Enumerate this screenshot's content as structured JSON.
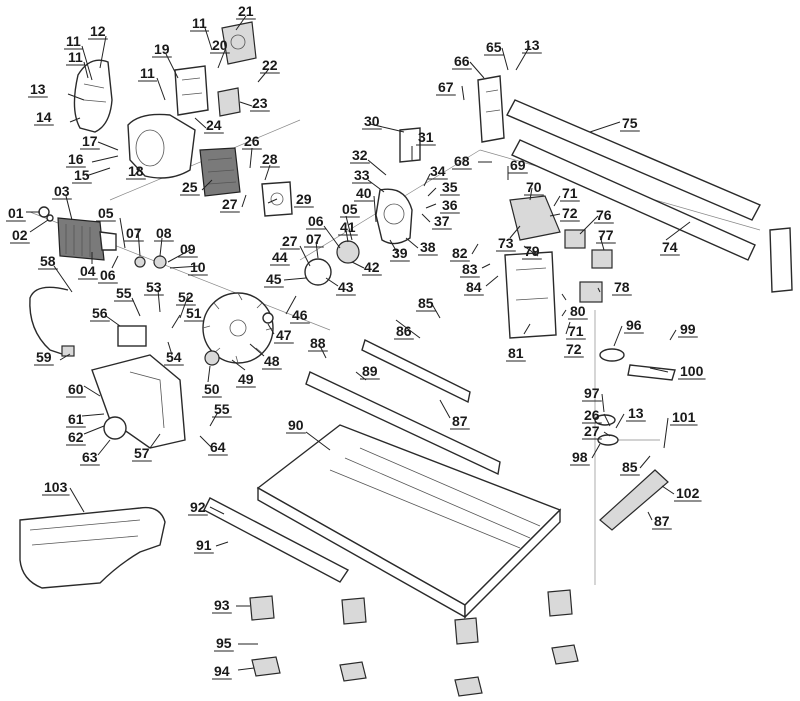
{
  "diagram": {
    "type": "exploded-parts-view",
    "callouts": [
      {
        "id": "c21",
        "label": "21"
      },
      {
        "id": "c11a",
        "label": "11"
      },
      {
        "id": "c20",
        "label": "20"
      },
      {
        "id": "c11b",
        "label": "11"
      },
      {
        "id": "c12",
        "label": "12"
      },
      {
        "id": "c19",
        "label": "19"
      },
      {
        "id": "c22",
        "label": "22"
      },
      {
        "id": "c11c",
        "label": "11"
      },
      {
        "id": "c11d",
        "label": "11"
      },
      {
        "id": "c13a",
        "label": "13"
      },
      {
        "id": "c23",
        "label": "23"
      },
      {
        "id": "c14",
        "label": "14"
      },
      {
        "id": "c24",
        "label": "24"
      },
      {
        "id": "c17",
        "label": "17"
      },
      {
        "id": "c16",
        "label": "16"
      },
      {
        "id": "c15",
        "label": "15"
      },
      {
        "id": "c18",
        "label": "18"
      },
      {
        "id": "c26a",
        "label": "26"
      },
      {
        "id": "c28",
        "label": "28"
      },
      {
        "id": "c25",
        "label": "25"
      },
      {
        "id": "c27a",
        "label": "27"
      },
      {
        "id": "c29",
        "label": "29"
      },
      {
        "id": "c01",
        "label": "01"
      },
      {
        "id": "c02",
        "label": "02"
      },
      {
        "id": "c03",
        "label": "03"
      },
      {
        "id": "c04",
        "label": "04"
      },
      {
        "id": "c05a",
        "label": "05"
      },
      {
        "id": "c06a",
        "label": "06"
      },
      {
        "id": "c07a",
        "label": "07"
      },
      {
        "id": "c08",
        "label": "08"
      },
      {
        "id": "c09",
        "label": "09"
      },
      {
        "id": "c10",
        "label": "10"
      },
      {
        "id": "c58",
        "label": "58"
      },
      {
        "id": "c55a",
        "label": "55"
      },
      {
        "id": "c53",
        "label": "53"
      },
      {
        "id": "c52",
        "label": "52"
      },
      {
        "id": "c56",
        "label": "56"
      },
      {
        "id": "c51",
        "label": "51"
      },
      {
        "id": "c59",
        "label": "59"
      },
      {
        "id": "c54",
        "label": "54"
      },
      {
        "id": "c50",
        "label": "50"
      },
      {
        "id": "c49",
        "label": "49"
      },
      {
        "id": "c60",
        "label": "60"
      },
      {
        "id": "c61",
        "label": "61"
      },
      {
        "id": "c62",
        "label": "62"
      },
      {
        "id": "c63",
        "label": "63"
      },
      {
        "id": "c57",
        "label": "57"
      },
      {
        "id": "c55b",
        "label": "55"
      },
      {
        "id": "c64",
        "label": "64"
      },
      {
        "id": "c30",
        "label": "30"
      },
      {
        "id": "c31",
        "label": "31"
      },
      {
        "id": "c32",
        "label": "32"
      },
      {
        "id": "c33",
        "label": "33"
      },
      {
        "id": "c40",
        "label": "40"
      },
      {
        "id": "c05b",
        "label": "05"
      },
      {
        "id": "c06b",
        "label": "06"
      },
      {
        "id": "c41",
        "label": "41"
      },
      {
        "id": "c07b",
        "label": "07"
      },
      {
        "id": "c27b",
        "label": "27"
      },
      {
        "id": "c44",
        "label": "44"
      },
      {
        "id": "c42",
        "label": "42"
      },
      {
        "id": "c39",
        "label": "39"
      },
      {
        "id": "c38",
        "label": "38"
      },
      {
        "id": "c45",
        "label": "45"
      },
      {
        "id": "c43",
        "label": "43"
      },
      {
        "id": "c46",
        "label": "46"
      },
      {
        "id": "c47",
        "label": "47"
      },
      {
        "id": "c48",
        "label": "48"
      },
      {
        "id": "c34",
        "label": "34"
      },
      {
        "id": "c35",
        "label": "35"
      },
      {
        "id": "c36",
        "label": "36"
      },
      {
        "id": "c37",
        "label": "37"
      },
      {
        "id": "c65",
        "label": "65"
      },
      {
        "id": "c13b",
        "label": "13"
      },
      {
        "id": "c66",
        "label": "66"
      },
      {
        "id": "c67",
        "label": "67"
      },
      {
        "id": "c75",
        "label": "75"
      },
      {
        "id": "c68",
        "label": "68"
      },
      {
        "id": "c69",
        "label": "69"
      },
      {
        "id": "c70",
        "label": "70"
      },
      {
        "id": "c71a",
        "label": "71"
      },
      {
        "id": "c72a",
        "label": "72"
      },
      {
        "id": "c76",
        "label": "76"
      },
      {
        "id": "c73",
        "label": "73"
      },
      {
        "id": "c77",
        "label": "77"
      },
      {
        "id": "c74",
        "label": "74"
      },
      {
        "id": "c82",
        "label": "82"
      },
      {
        "id": "c79",
        "label": "79"
      },
      {
        "id": "c83",
        "label": "83"
      },
      {
        "id": "c84",
        "label": "84"
      },
      {
        "id": "c78",
        "label": "78"
      },
      {
        "id": "c80",
        "label": "80"
      },
      {
        "id": "c71b",
        "label": "71"
      },
      {
        "id": "c72b",
        "label": "72"
      },
      {
        "id": "c81",
        "label": "81"
      },
      {
        "id": "c85a",
        "label": "85"
      },
      {
        "id": "c86",
        "label": "86"
      },
      {
        "id": "c96",
        "label": "96"
      },
      {
        "id": "c99",
        "label": "99"
      },
      {
        "id": "c88",
        "label": "88"
      },
      {
        "id": "c89",
        "label": "89"
      },
      {
        "id": "c100",
        "label": "100"
      },
      {
        "id": "c97",
        "label": "97"
      },
      {
        "id": "c87a",
        "label": "87"
      },
      {
        "id": "c26b",
        "label": "26"
      },
      {
        "id": "c13c",
        "label": "13"
      },
      {
        "id": "c101",
        "label": "101"
      },
      {
        "id": "c90",
        "label": "90"
      },
      {
        "id": "c27c",
        "label": "27"
      },
      {
        "id": "c98",
        "label": "98"
      },
      {
        "id": "c85b",
        "label": "85"
      },
      {
        "id": "c103",
        "label": "103"
      },
      {
        "id": "c102",
        "label": "102"
      },
      {
        "id": "c92",
        "label": "92"
      },
      {
        "id": "c87b",
        "label": "87"
      },
      {
        "id": "c91",
        "label": "91"
      },
      {
        "id": "c93",
        "label": "93"
      },
      {
        "id": "c95",
        "label": "95"
      },
      {
        "id": "c94",
        "label": "94"
      }
    ]
  }
}
